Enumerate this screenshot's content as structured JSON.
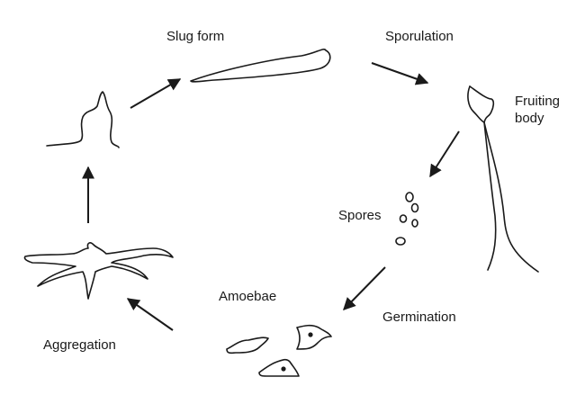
{
  "labels": {
    "slug_form": "Slug form",
    "sporulation": "Sporulation",
    "fruiting_body_line1": "Fruiting",
    "fruiting_body_line2": "body",
    "spores": "Spores",
    "germination": "Germination",
    "amoebae": "Amoebae",
    "aggregation": "Aggregation"
  },
  "colors": {
    "ink": "#1a1a1a",
    "background": "#ffffff"
  }
}
